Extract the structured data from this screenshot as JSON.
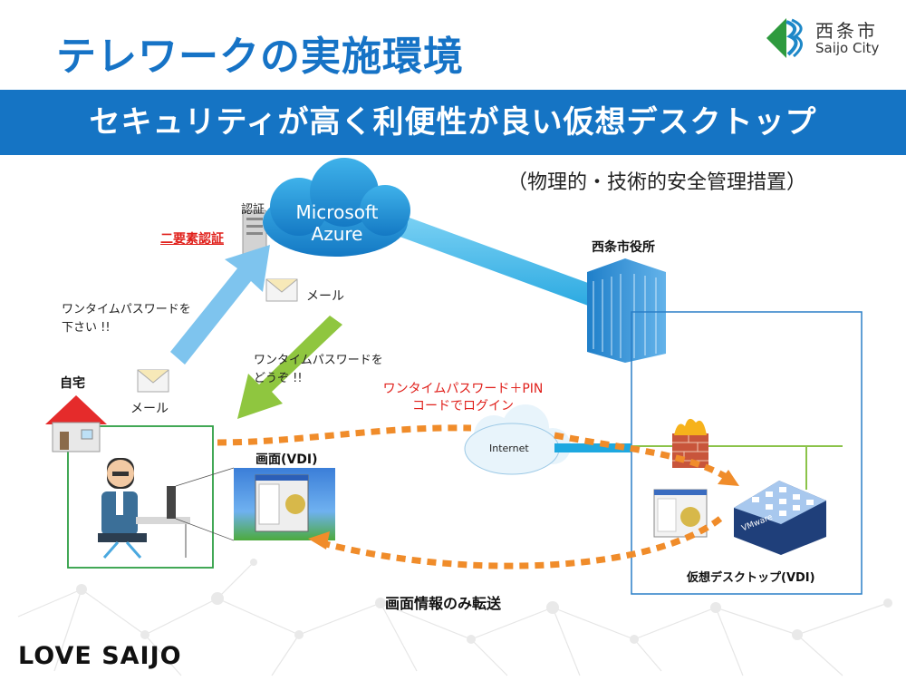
{
  "title": "テレワークの実施環境",
  "logo": {
    "name_jp": "西条市",
    "name_en": "Saijo City"
  },
  "banner": "セキュリティが高く利便性が良い仮想デスクトップ",
  "subtitle": "（物理的・技術的安全管理措置）",
  "cloud": {
    "line1": "Microsoft",
    "line2": "Azure"
  },
  "labels": {
    "auth": "認証",
    "two_factor": "二要素認証",
    "mail_top": "メール",
    "mail_bottom": "メール",
    "otp_request_1": "ワンタイムパスワードを",
    "otp_request_2": "下さい !!",
    "otp_send_1": "ワンタイムパスワードを",
    "otp_send_2": "どうぞ !!",
    "home": "自宅",
    "city_hall": "西条市役所",
    "login_1": "ワンタイムパスワード＋PIN",
    "login_2": "コードでログイン",
    "internet": "Internet",
    "screen_vdi": "画面(VDI)",
    "vdi": "仮想デスクトップ(VDI)",
    "screen_transfer": "画面情報のみ転送",
    "vmware": "VMware"
  },
  "brand": "LOVE SAIJO",
  "colors": {
    "accent": "#1574c4",
    "title": "#1673c6",
    "red": "#e0201b",
    "orange": "#f08c2a",
    "green": "#8bc34a",
    "cyan": "#1ea8e0"
  }
}
